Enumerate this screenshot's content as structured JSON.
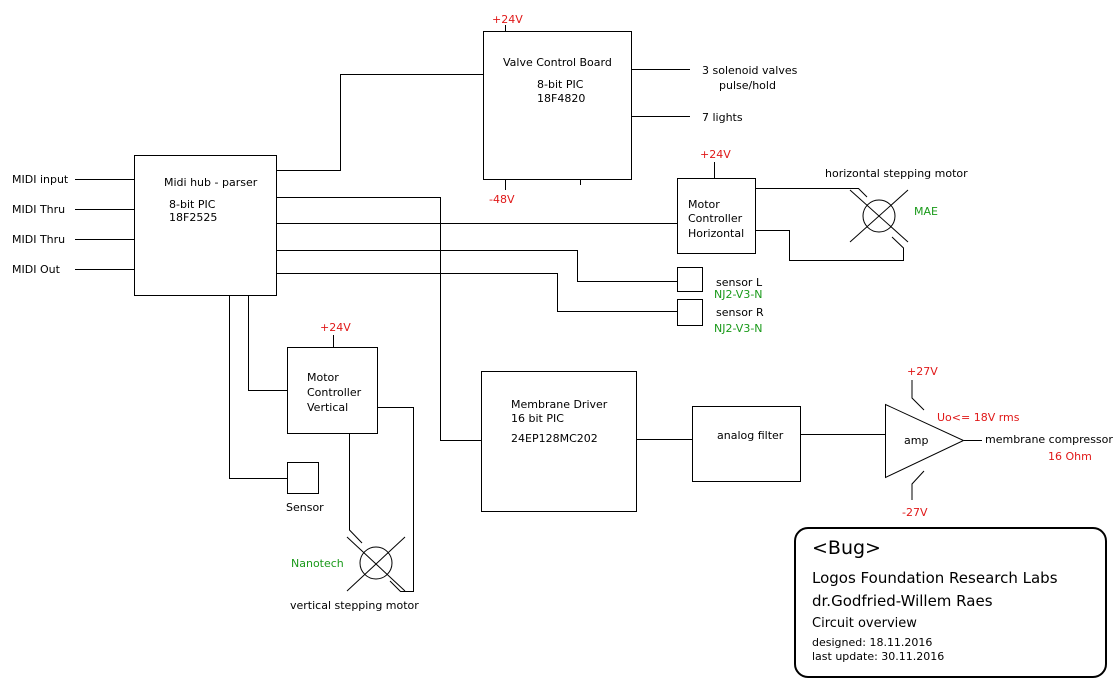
{
  "midi_ports": [
    "MIDI input",
    "MIDI Thru",
    "MIDI Thru",
    "MIDI Out"
  ],
  "blocks": {
    "midi_hub": {
      "name": "Midi hub - parser",
      "line2": "8-bit PIC",
      "line3": "18F2525"
    },
    "valve_board": {
      "name": "Valve Control Board",
      "line2": "8-bit PIC",
      "line3": "18F4820",
      "supply_top": "+24V",
      "supply_bottom": "-48V"
    },
    "motor_h": {
      "line1": "Motor",
      "line2": "Controller",
      "line3": "Horizontal",
      "supply": "+24V"
    },
    "motor_v": {
      "line1": "Motor",
      "line2": "Controller",
      "line3": "Vertical",
      "supply": "+24V"
    },
    "membrane_driver": {
      "name": "Membrane Driver",
      "line2": "16 bit PIC",
      "line3": "24EP128MC202"
    },
    "analog_filter": {
      "name": "analog filter"
    },
    "amp": {
      "name": "amp",
      "supply_top": "+27V",
      "supply_bottom": "-27V",
      "spec": "Uo<= 18V rms"
    },
    "sensor_main": {
      "name": "Sensor"
    },
    "sensor_l": {
      "name": "sensor L",
      "part": "NJ2-V3-N"
    },
    "sensor_r": {
      "name": "sensor R",
      "part": "NJ2-V3-N"
    }
  },
  "outputs": {
    "solenoids_line1": "3 solenoid valves",
    "solenoids_line2": "pulse/hold",
    "lights": "7 lights",
    "h_motor": "horizontal stepping motor",
    "h_motor_brand": "MAE",
    "v_motor": "vertical stepping motor",
    "v_motor_brand": "Nanotech",
    "membrane": "membrane compressor",
    "membrane_imp": "16 Ohm"
  },
  "title_block": {
    "project": "<Bug>",
    "org": "Logos Foundation Research Labs",
    "author": "dr.Godfried-Willem Raes",
    "doc": "Circuit overview",
    "designed": "designed: 18.11.2016",
    "updated": "last update:  30.11.2016"
  }
}
